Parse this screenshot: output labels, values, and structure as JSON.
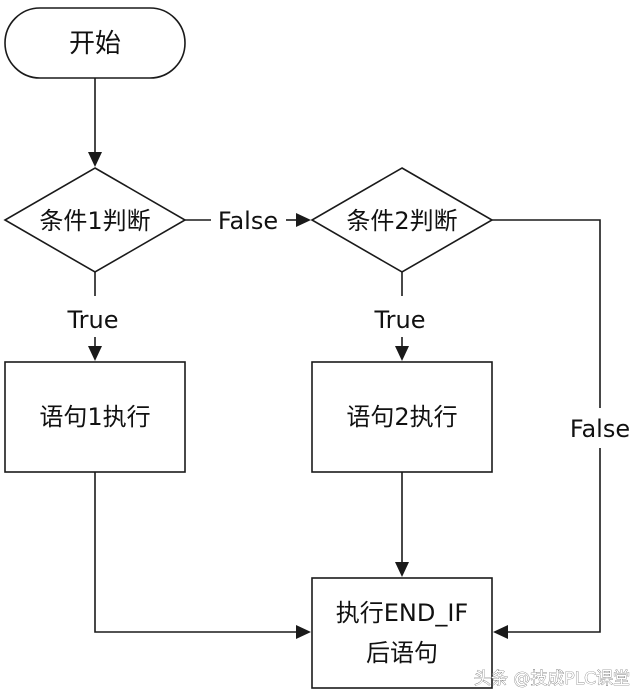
{
  "nodes": {
    "start": "开始",
    "cond1": "条件1判断",
    "cond2": "条件2判断",
    "stmt1": "语句1执行",
    "stmt2": "语句2执行",
    "end_line1": "执行END_IF",
    "end_line2": "后语句"
  },
  "edges": {
    "cond1_false": "False",
    "cond1_true": "True",
    "cond2_true": "True",
    "cond2_false": "False"
  },
  "watermark": "头条 @技成PLC课堂"
}
